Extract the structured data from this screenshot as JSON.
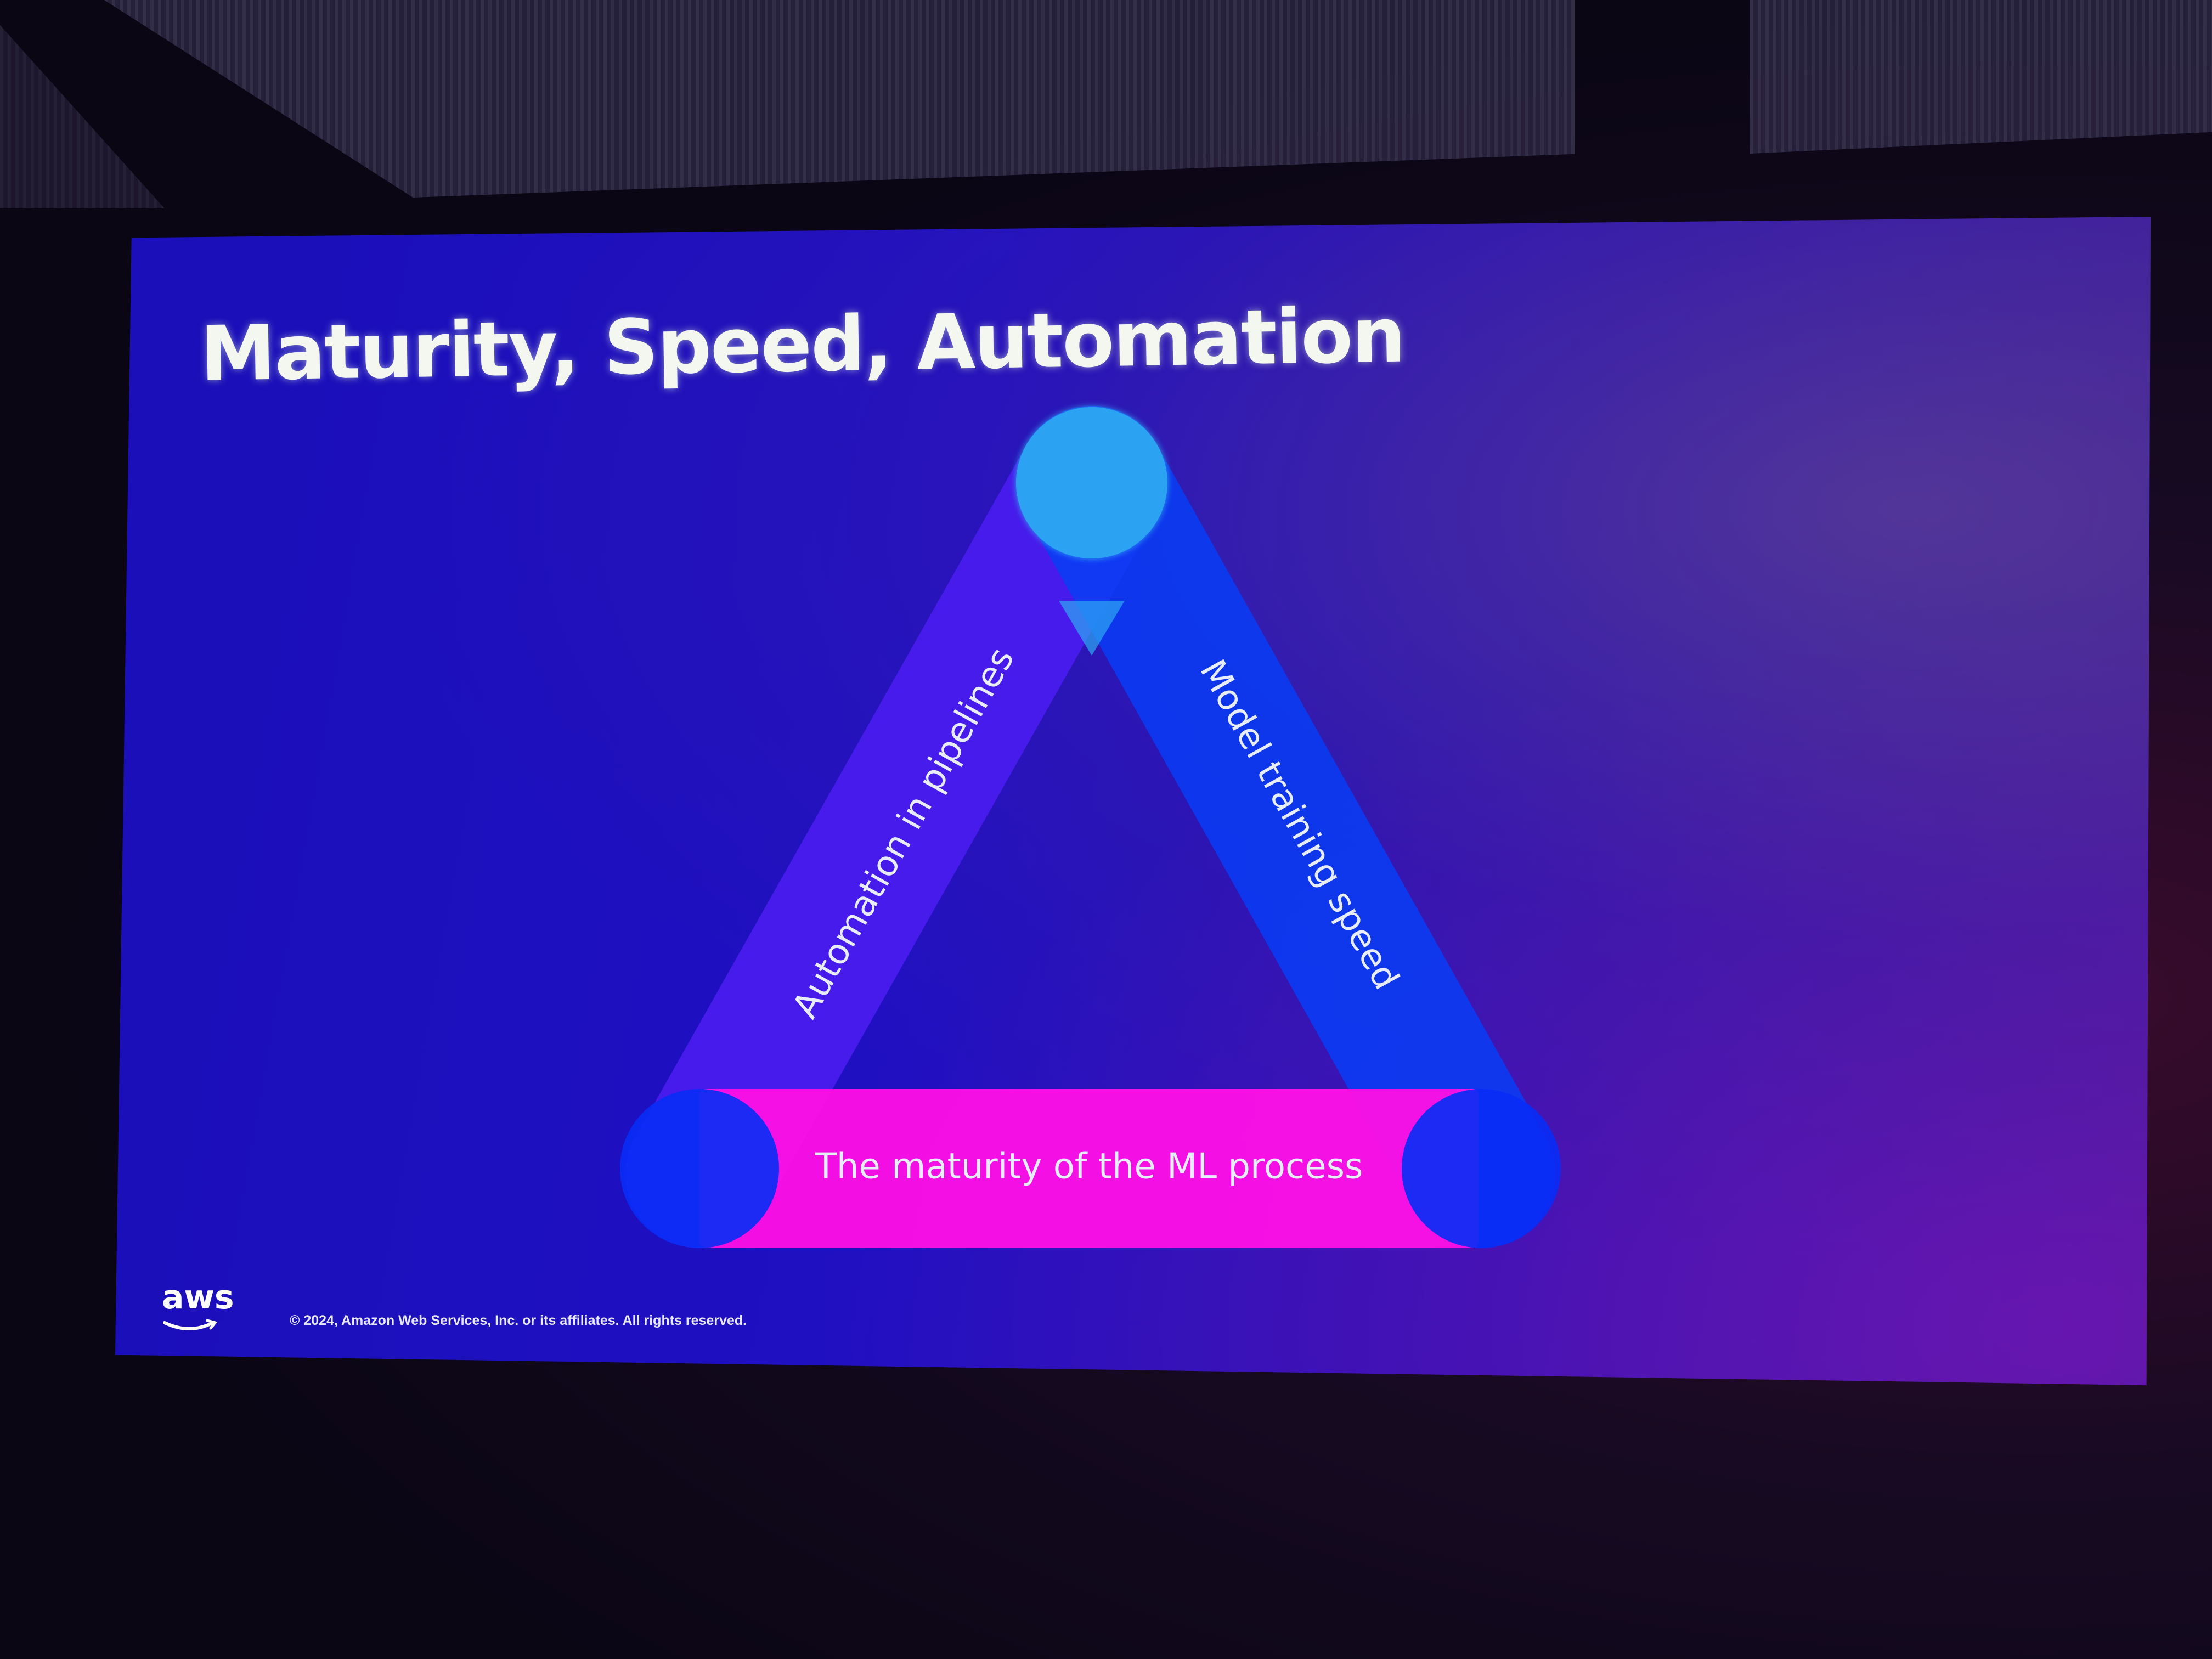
{
  "slide": {
    "title": "Maturity, Speed, Automation",
    "copyright": "© 2024, Amazon Web Services, Inc. or its affiliates. All rights reserved.",
    "logo_text": "aws"
  },
  "diagram": {
    "left_bar_label": "Automation in pipelines",
    "right_bar_label": "Model training speed",
    "bottom_bar_label": "The maturity of the ML process"
  },
  "colors": {
    "slide_background": "#1d10c0",
    "left_bar": "#4a1cf0",
    "right_bar": "#0a3cf5",
    "bottom_bar": "#ff10e6",
    "apex_cap": "#2ea9f2",
    "corner_caps": "#0a2cf5",
    "title_text": "#f4f7f0"
  }
}
